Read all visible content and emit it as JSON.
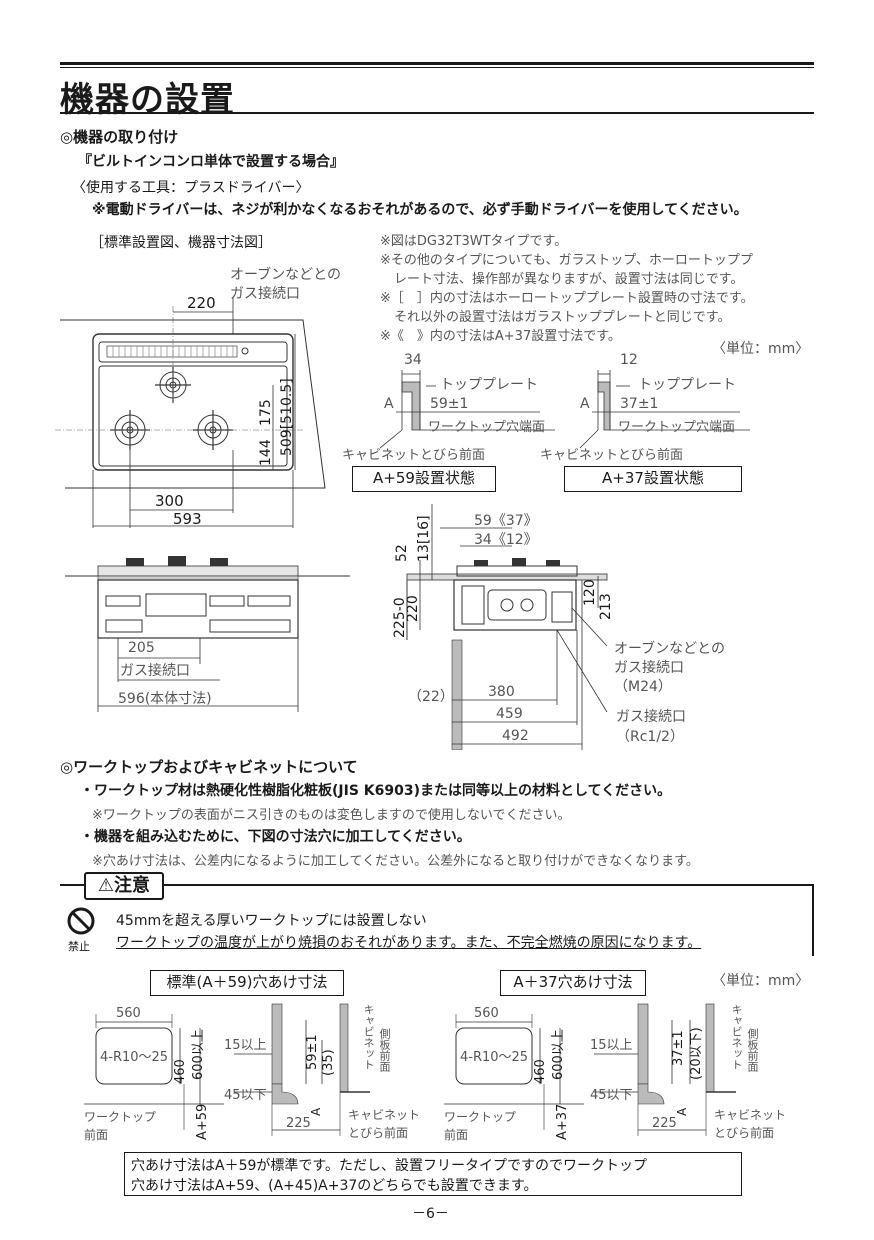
{
  "page": {
    "title": "機器の設置",
    "page_number": "－6－"
  },
  "section1": {
    "heading": "◎機器の取り付け",
    "case": "『ビルトインコンロ単体で設置する場合』",
    "tool": "〈使用する工具：プラスドライバー〉",
    "tool_note": "※電動ドライバーは、ネジが利かなくなるおそれがあるので、必ず手動ドライバーを使用してください。",
    "figure_label": "［標準設置図、機器寸法図］",
    "notes": [
      "※図はDG32T3WTタイプです。",
      "※その他のタイプについても、ガラストップ、ホーロートッププ",
      "レート寸法、操作部が異なりますが、設置寸法は同じです。",
      "※［　］内の寸法はホーロートッププレート設置時の寸法です。",
      "それ以外の設置寸法はガラストッププレートと同じです。",
      "※《　》内の寸法はA+37設置寸法です。"
    ],
    "unit": "〈単位：mm〉"
  },
  "top_view": {
    "gas_label_1": "オーブンなどとの",
    "gas_label_2": "ガス接続口",
    "dim_220": "220",
    "dim_175": "175",
    "dim_144": "144",
    "dim_509": "509[510.5]",
    "dim_300": "300",
    "dim_593": "593"
  },
  "detail_a59": {
    "dim_top": "34",
    "plate_label": "トッププレート",
    "a_label": "A",
    "dim_main": "59±1",
    "worktop_label": "ワークトップ穴端面",
    "cabinet_label": "キャビネットとびら前面",
    "box_label": "A+59設置状態"
  },
  "detail_a37": {
    "dim_top": "12",
    "plate_label": "トッププレート",
    "a_label": "A",
    "dim_main": "37±1",
    "worktop_label": "ワークトップ穴端面",
    "cabinet_label": "キャビネットとびら前面",
    "box_label": "A+37設置状態"
  },
  "front_view": {
    "dim_205": "205",
    "gas_label": "ガス接続口",
    "dim_596": "596(本体寸法)"
  },
  "side_view": {
    "dim_16": "13[16]",
    "dim_52": "52",
    "dim_59": "59《37》",
    "dim_34": "34《12》",
    "dim_225": "225-0",
    "dim_220": "220",
    "dim_120": "120",
    "dim_213": "213",
    "oven_1": "オーブンなどとの",
    "oven_2": "ガス接続口",
    "oven_3": "（M24）",
    "dim_22": "（22）",
    "dim_380": "380",
    "dim_459": "459",
    "dim_492": "492",
    "gas_1": "ガス接続口",
    "gas_2": "（Rc1/2）"
  },
  "section2": {
    "heading": "◎ワークトップおよびキャビネットについて",
    "bullet1": "・ワークトップ材は熱硬化性樹脂化粧板(JIS K6903)または同等以上の材料としてください。",
    "note1": "※ワークトップの表面がニス引きのものは変色しますので使用しないでください。",
    "bullet2": "・機器を組み込むために、下図の寸法穴に加工してください。",
    "note2": "※穴あけ寸法は、公差内になるように加工してください。公差外になると取り付けができなくなります。"
  },
  "caution": {
    "title": "⚠注意",
    "prohibit_label": "禁止",
    "heading": "45mmを超える厚いワークトップには設置しない",
    "text": "ワークトップの温度が上がり焼損のおそれがあります。また、不完全燃焼の原因になります。"
  },
  "cut_a59": {
    "title": "標準(A＋59)穴あけ寸法",
    "dim_560": "560",
    "dim_460": "460",
    "dim_600": "600以上",
    "radius": "4-R10～25",
    "worktop_front_1": "ワークトップ",
    "worktop_front_2": "前面",
    "a_dim": "A+59",
    "dim_15": "15以上",
    "dim_45": "45以下",
    "dim_59": "59±1",
    "dim_35": "(35)",
    "dim_225": "225",
    "a_label": "A",
    "cabinet_side_1": "キャビネット",
    "cabinet_side_2": "側板前面",
    "cabinet_door_1": "キャビネット",
    "cabinet_door_2": "とびら前面"
  },
  "cut_a37": {
    "title": "A＋37穴あけ寸法",
    "unit": "〈単位：mm〉",
    "dim_560": "560",
    "dim_460": "460",
    "dim_600": "600以上",
    "radius": "4-R10～25",
    "worktop_front_1": "ワークトップ",
    "worktop_front_2": "前面",
    "a_dim": "A+37",
    "dim_15": "15以上",
    "dim_45": "45以下",
    "dim_37": "37±1",
    "dim_20": "(20以下)",
    "dim_225": "225",
    "a_label": "A",
    "cabinet_side_1": "キャビネット",
    "cabinet_side_2": "側板前面",
    "cabinet_door_1": "キャビネット",
    "cabinet_door_2": "とびら前面"
  },
  "footer_note": {
    "line1": "穴あけ寸法はA＋59が標準です。ただし、設置フリータイプですのでワークトップ",
    "line2": "穴あけ寸法はA+59、(A+45)A+37のどちらでも設置できます。"
  }
}
